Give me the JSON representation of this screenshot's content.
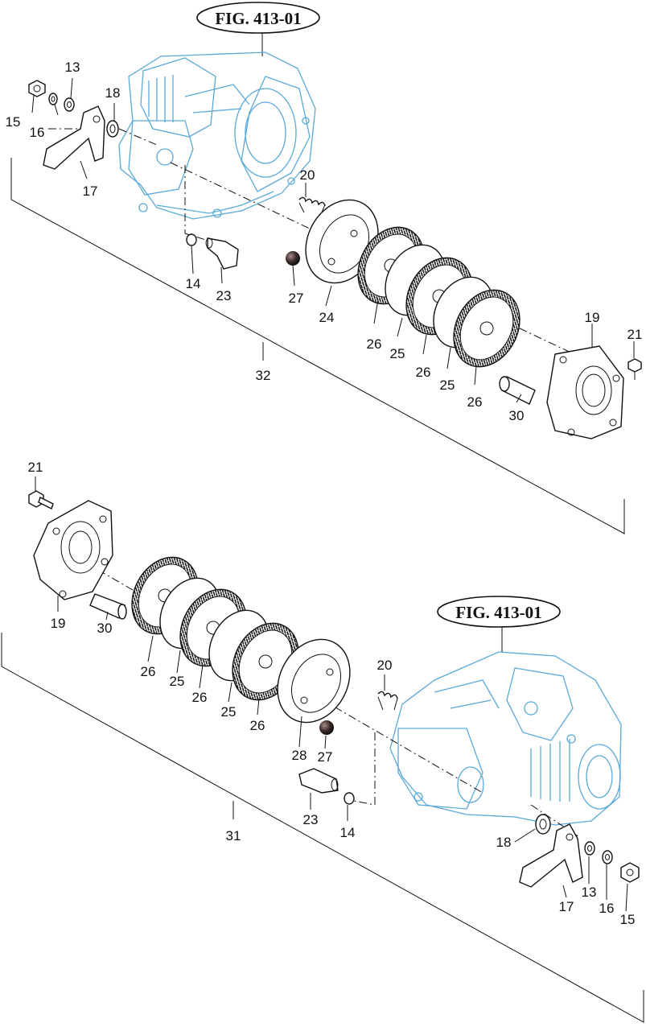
{
  "figure_ref_top": "FIG. 413-01",
  "figure_ref_bottom": "FIG. 413-01",
  "top_callouts": {
    "c13": "13",
    "c15": "15",
    "c16": "16",
    "c17": "17",
    "c18": "18",
    "c14": "14",
    "c23": "23",
    "c20": "20",
    "c27": "27",
    "c24": "24",
    "c26a": "26",
    "c25a": "25",
    "c26b": "26",
    "c25b": "25",
    "c26c": "26",
    "c19": "19",
    "c21": "21",
    "c30": "30",
    "c32": "32"
  },
  "bottom_callouts": {
    "c21": "21",
    "c19": "19",
    "c30": "30",
    "c26a": "26",
    "c25a": "25",
    "c26b": "26",
    "c25b": "25",
    "c26c": "26",
    "c20": "20",
    "c28": "28",
    "c27": "27",
    "c23": "23",
    "c14": "14",
    "c31": "31",
    "c18": "18",
    "c17": "17",
    "c13": "13",
    "c16": "16",
    "c15": "15"
  }
}
